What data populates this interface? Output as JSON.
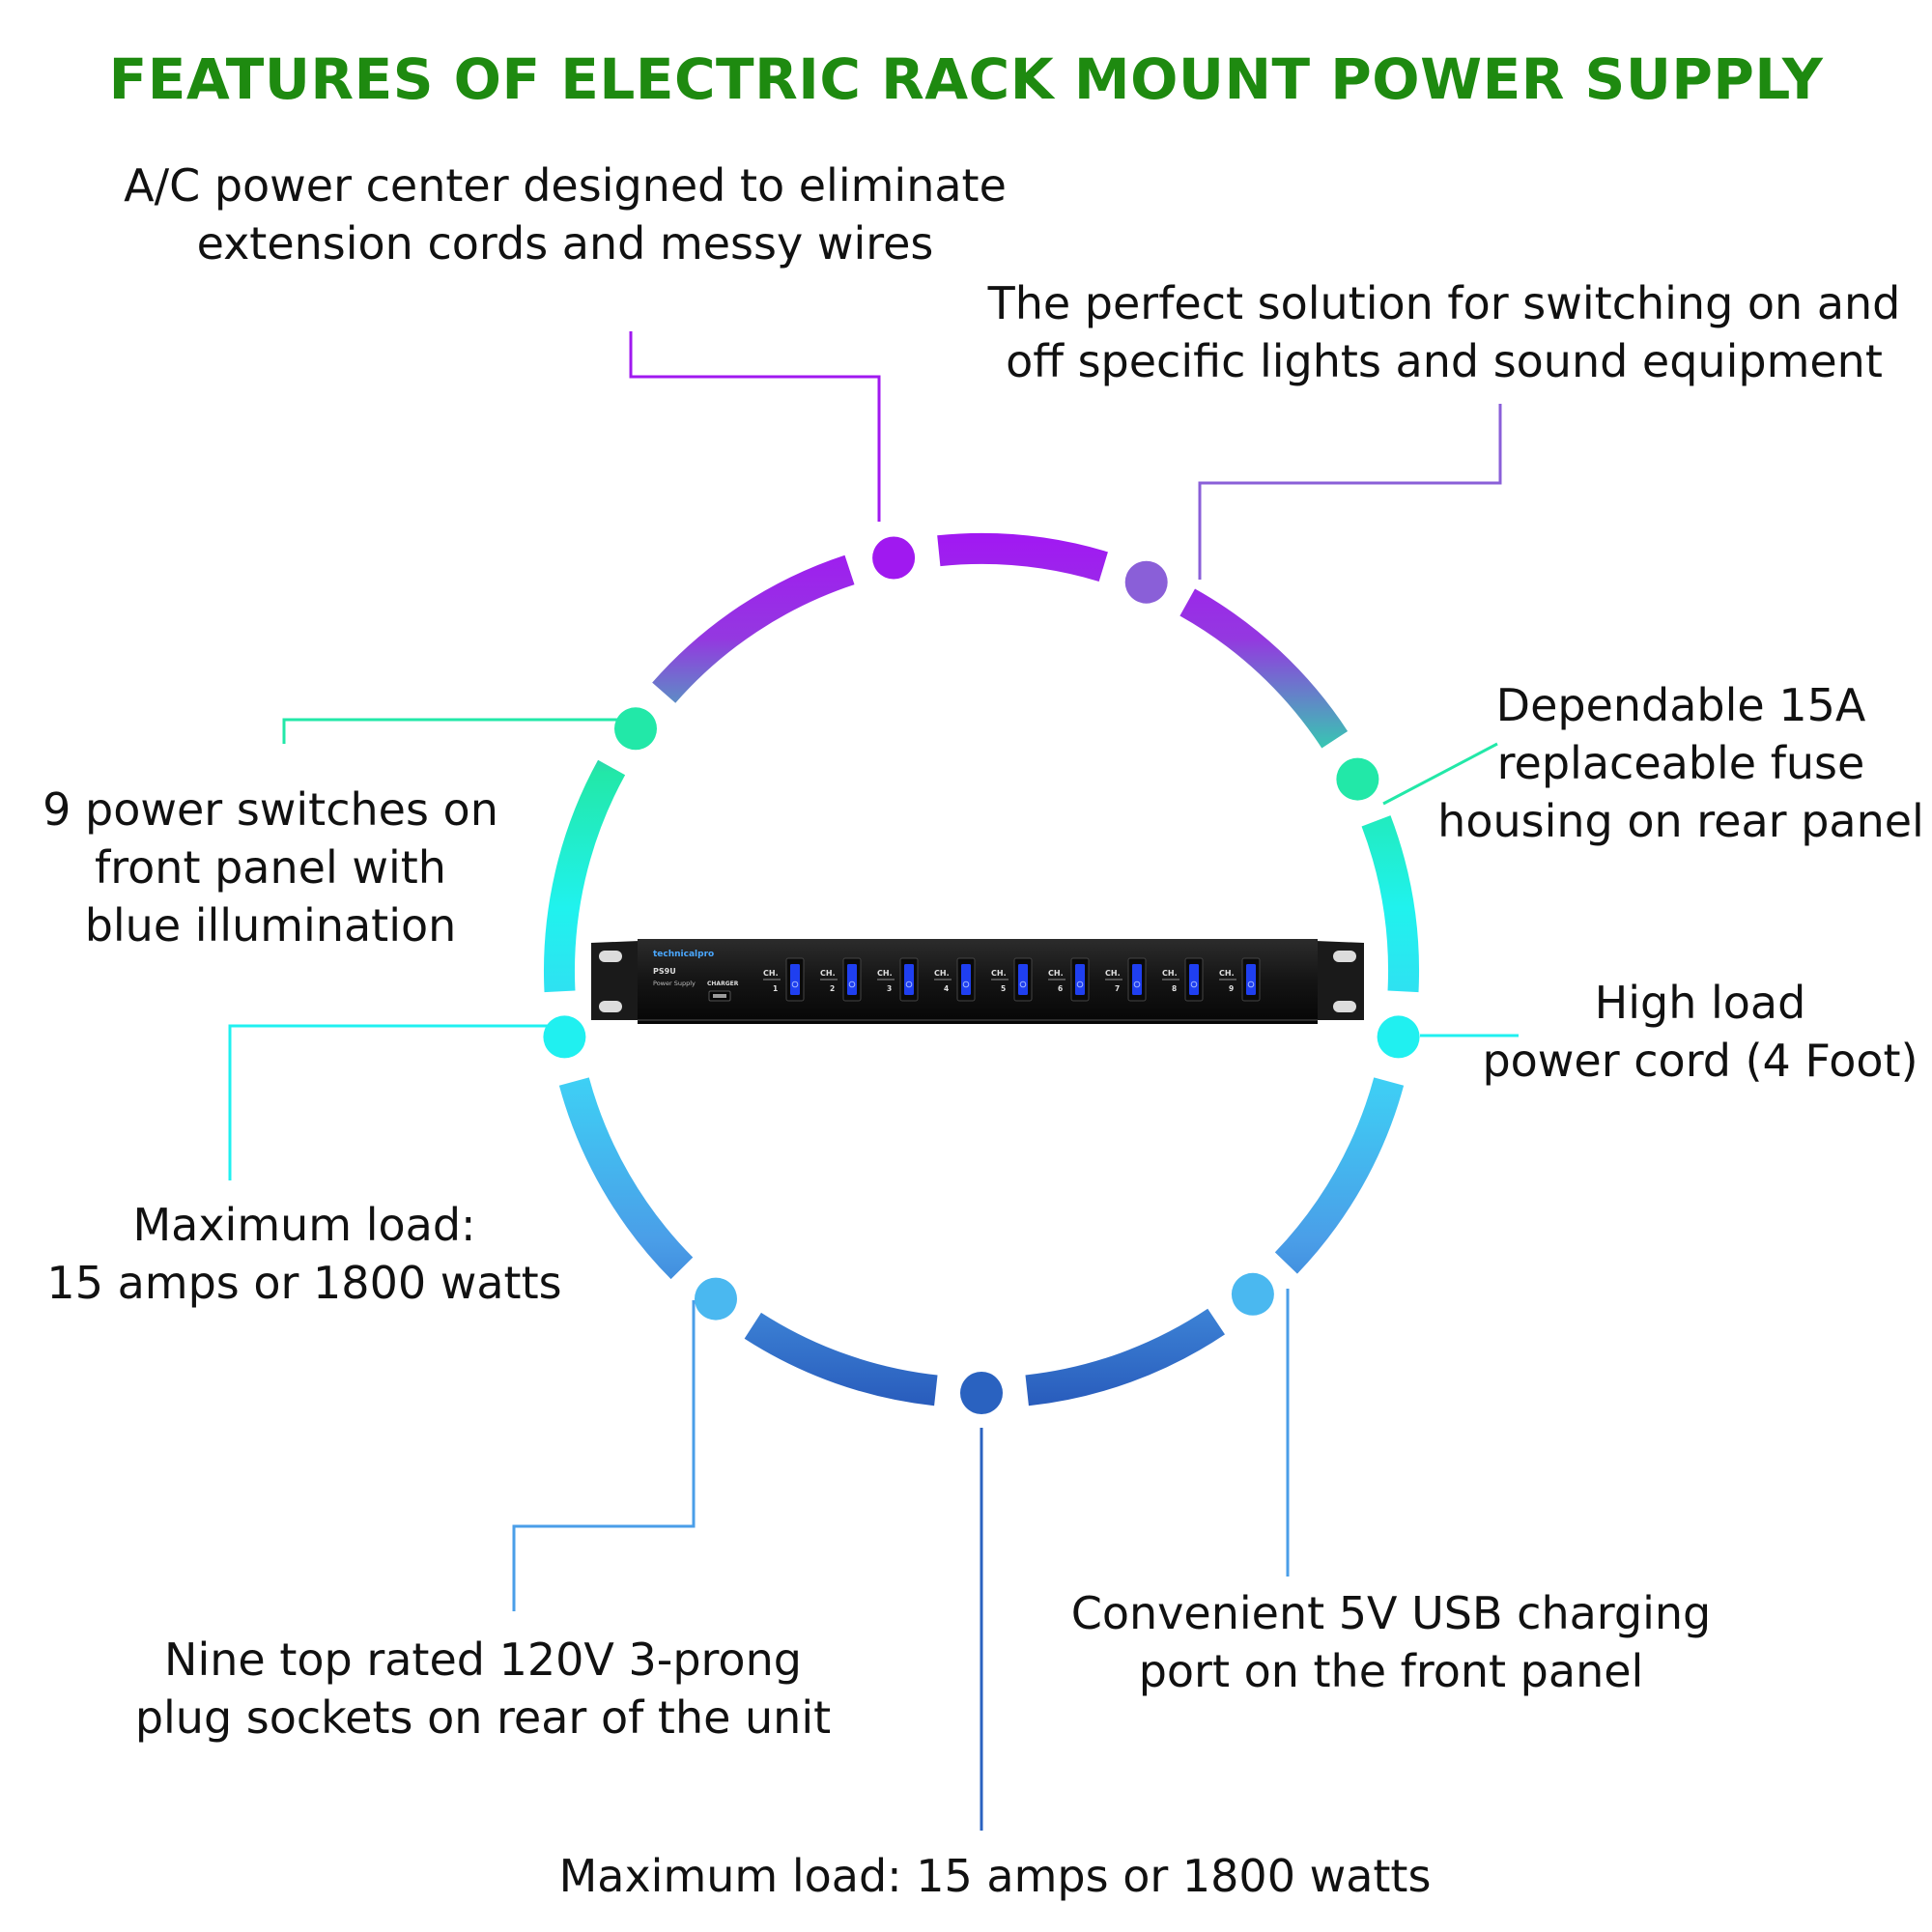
{
  "title": "FEATURES OF ELECTRIC RACK MOUNT POWER SUPPLY",
  "colors": {
    "title": "#1e8a10",
    "purple": "#a019f0",
    "violet": "#8a5fd8",
    "mint": "#22e8a8",
    "cyan": "#20f0f0",
    "sky": "#4ab8f0",
    "blue": "#2a62c0"
  },
  "features": [
    {
      "id": "ac_power_center",
      "lines": [
        "A/C power center designed to eliminate",
        "extension cords and messy wires"
      ]
    },
    {
      "id": "switching_solution",
      "lines": [
        "The perfect solution for switching on and",
        "off specific lights and sound equipment"
      ]
    },
    {
      "id": "fuse_housing",
      "lines": [
        "Dependable 15A",
        "replaceable fuse",
        "housing on rear panel"
      ]
    },
    {
      "id": "power_cord",
      "lines": [
        "High load",
        "power cord (4 Foot)"
      ]
    },
    {
      "id": "usb_port",
      "lines": [
        "Convenient 5V USB charging",
        "port on the front panel"
      ]
    },
    {
      "id": "max_load_bottom",
      "lines": [
        "Maximum load: 15 amps or 1800 watts"
      ]
    },
    {
      "id": "plug_sockets",
      "lines": [
        "Nine top rated 120V 3-prong",
        "plug sockets on rear of the unit"
      ]
    },
    {
      "id": "max_load_left",
      "lines": [
        "Maximum load:",
        "15 amps or 1800 watts"
      ]
    },
    {
      "id": "power_switches",
      "lines": [
        "9 power switches on",
        "front panel with",
        "blue illumination"
      ]
    }
  ],
  "device": {
    "brand": "technicalpro",
    "model": "PS9U",
    "subtitle": "Power Supply",
    "charger_label": "CHARGER",
    "channel_prefix": "CH.",
    "channels": [
      "1",
      "2",
      "3",
      "4",
      "5",
      "6",
      "7",
      "8",
      "9"
    ]
  }
}
